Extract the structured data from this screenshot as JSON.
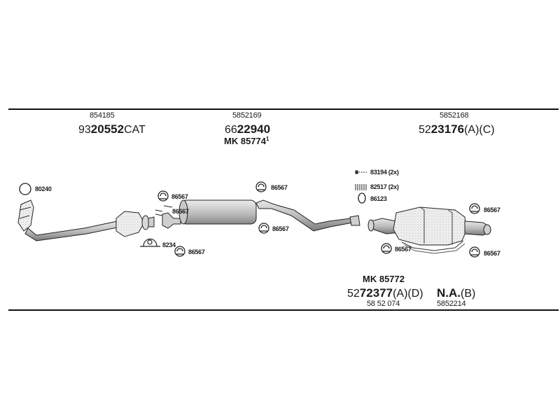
{
  "groups": {
    "front": {
      "ref": "854185",
      "prefix": "93",
      "main": "20552",
      "suffix": "CAT"
    },
    "middle": {
      "ref": "5852169",
      "prefix": "66",
      "main": "22940",
      "kit_label": "MK",
      "kit": "85774",
      "kit_note": "1"
    },
    "rear": {
      "ref": "5852168",
      "prefix": "52",
      "main": "23176",
      "suffix": "(A)(C)"
    },
    "rear_alt": {
      "kit_label": "MK",
      "kit": "85772",
      "prefix": "52",
      "main": "72377",
      "suffix": "(A)(D)",
      "ref": "58 52 074"
    },
    "na": {
      "main": "N.A.",
      "suffix": "(B)",
      "ref": "5852214"
    }
  },
  "callouts": {
    "c80240": "80240",
    "c86567_a": "86567",
    "c86567_b": "86567",
    "c86567_c": "86567",
    "c86567_d": "86567",
    "c86567_e": "86567",
    "c86567_f": "86567",
    "c86567_g": "86567",
    "c86567_h": "86567",
    "c8234": "8234",
    "c83194": "83194 (2x)",
    "c82517": "82517 (2x)",
    "c86123": "86123"
  }
}
